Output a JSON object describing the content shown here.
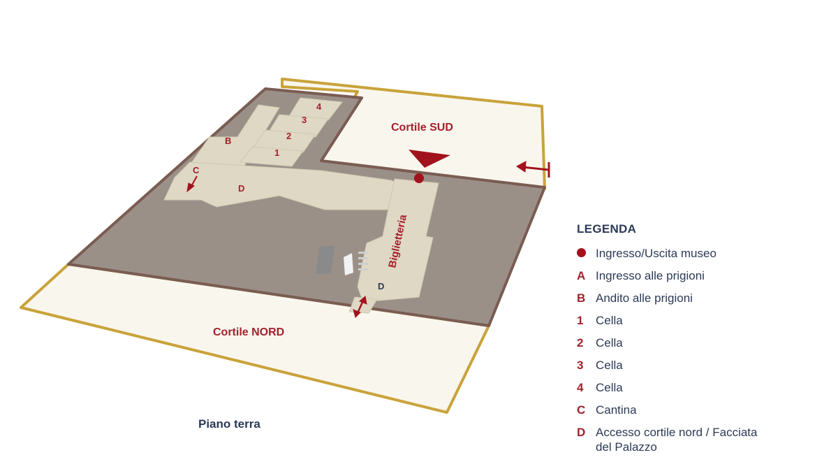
{
  "map": {
    "floor_label": "Piano terra",
    "areas": {
      "cortile_sud": "Cortile SUD",
      "cortile_nord": "Cortile NORD",
      "biglietteria": "Biglietteria"
    },
    "room_labels": {
      "b": "B",
      "c": "C",
      "d": "D",
      "d_access": "D",
      "cell_1": "1",
      "cell_2": "2",
      "cell_3": "3",
      "cell_4": "4"
    },
    "colors": {
      "building": "#9b9088",
      "building_edge": "#7a5c52",
      "corridor": "#dfd8c4",
      "courtyard": "#f9f6ee",
      "courtyard_edge": "#c9a33a",
      "accent": "#a2121d"
    }
  },
  "legend": {
    "title": "LEGENDA",
    "items": [
      {
        "key": "",
        "text": "Ingresso/Uscita museo"
      },
      {
        "key": "A",
        "text": "Ingresso alle prigioni"
      },
      {
        "key": "B",
        "text": "Andito alle prigioni"
      },
      {
        "key": "1",
        "text": "Cella"
      },
      {
        "key": "2",
        "text": "Cella"
      },
      {
        "key": "3",
        "text": "Cella"
      },
      {
        "key": "4",
        "text": "Cella"
      },
      {
        "key": "C",
        "text": "Cantina"
      },
      {
        "key": "D",
        "text": "Accesso cortile nord / Facciata"
      },
      {
        "key": "",
        "text": "del Palazzo"
      }
    ]
  }
}
